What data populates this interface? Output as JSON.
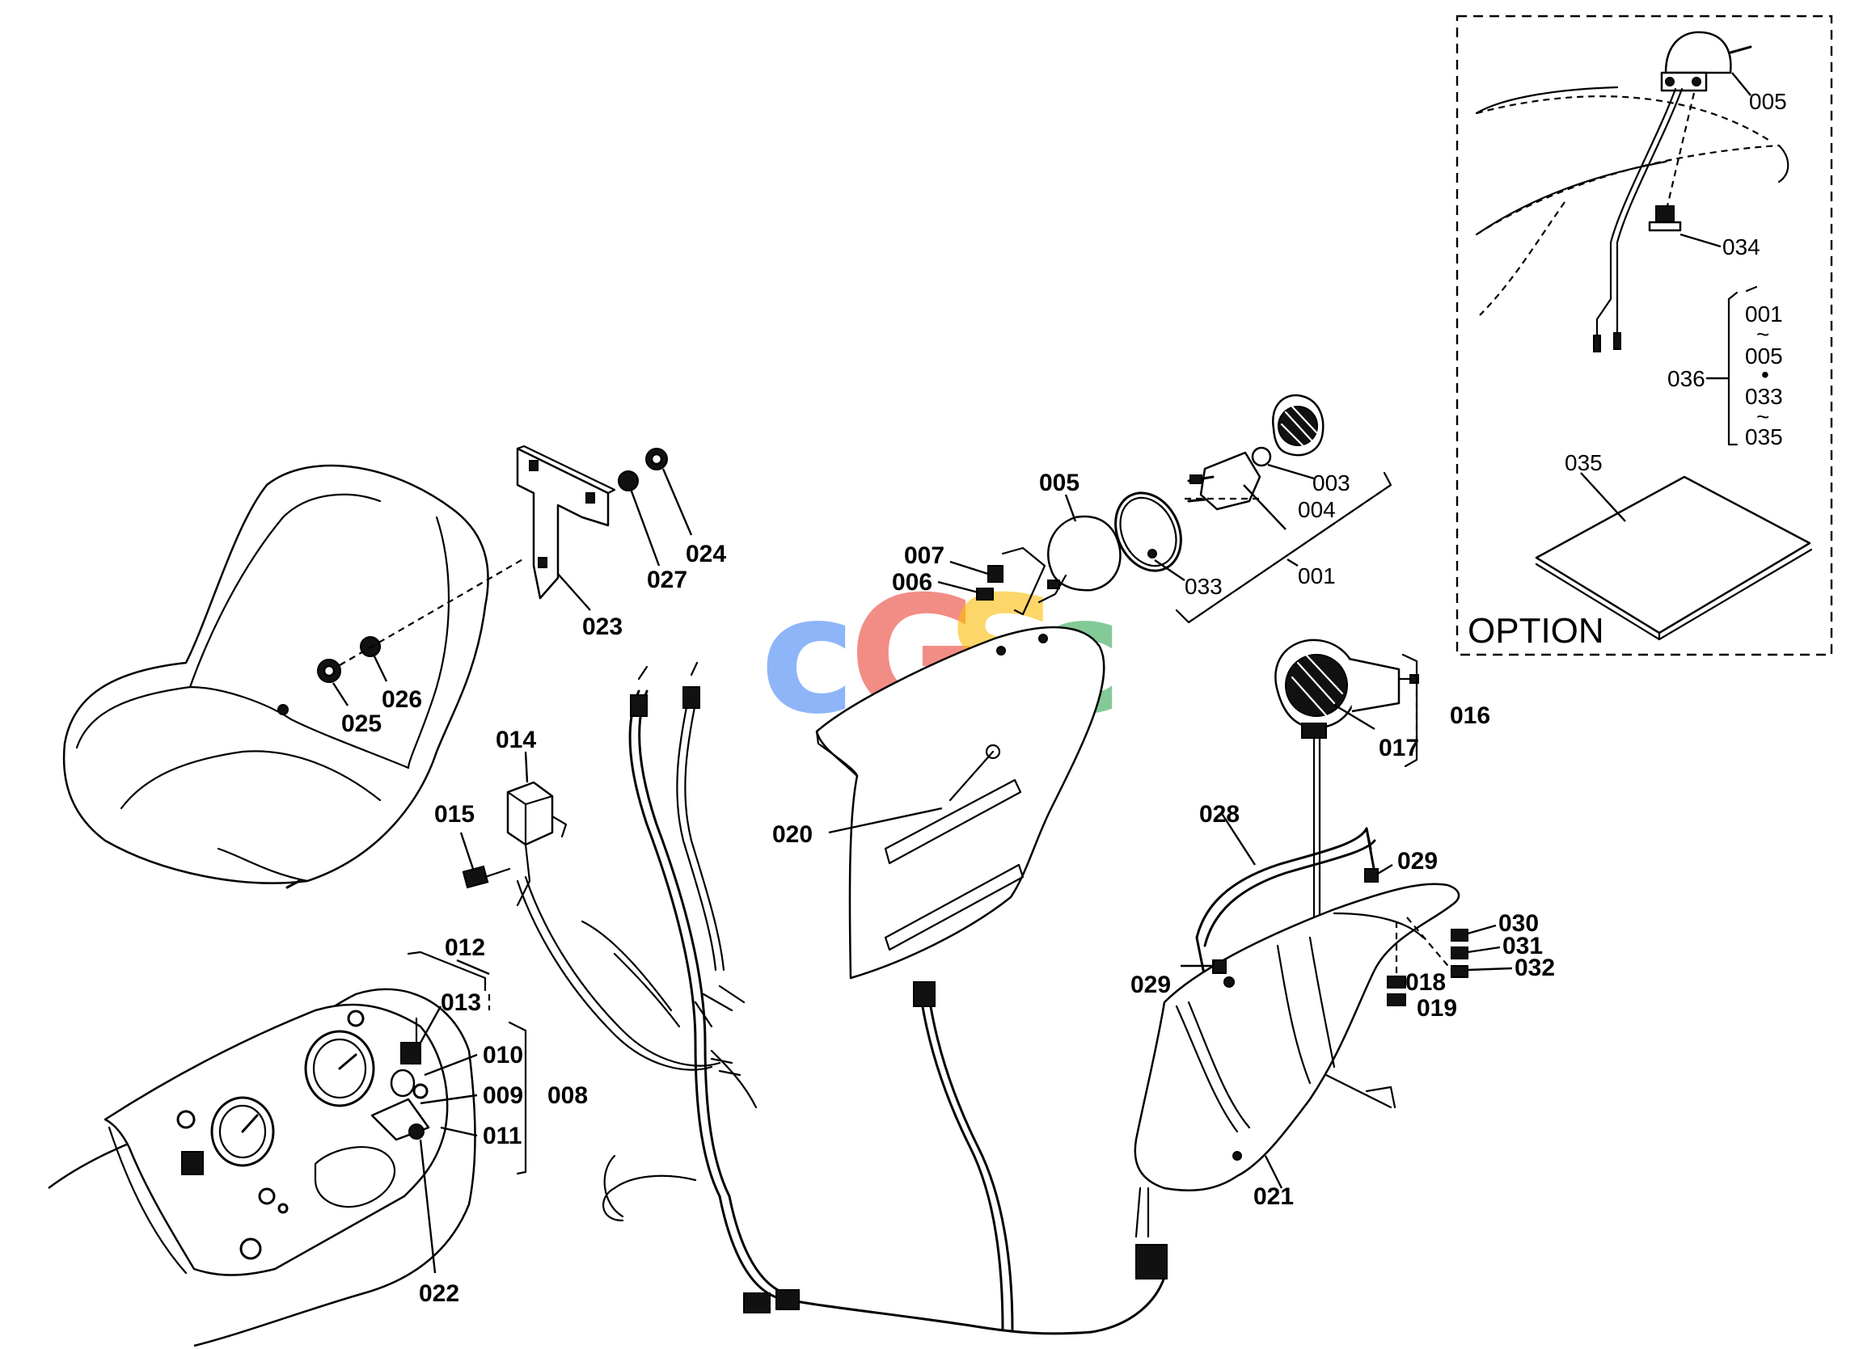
{
  "watermark": {
    "letters": [
      "c",
      "G",
      "S",
      "c"
    ],
    "colors": [
      "#4285F4",
      "#EA4335",
      "#FBBC05",
      "#34A853"
    ]
  },
  "option_box": {
    "title": "OPTION",
    "labels": {
      "p005": "005",
      "p034": "034",
      "p036": "036",
      "r001": "001",
      "t1": "~",
      "r005": "005",
      "dot": "•",
      "r033": "033",
      "t2": "~",
      "r035": "035",
      "p035": "035"
    }
  },
  "labels": {
    "l024": "024",
    "l027": "027",
    "l023": "023",
    "l026": "026",
    "l025": "025",
    "l005": "005",
    "l007": "007",
    "l006": "006",
    "l033": "033",
    "l004": "004",
    "l003": "003",
    "l001": "001",
    "l016": "016",
    "l017": "017",
    "l014": "014",
    "l015": "015",
    "l020": "020",
    "l028": "028",
    "l029a": "029",
    "l029b": "029",
    "l030": "030",
    "l031": "031",
    "l032": "032",
    "l018": "018",
    "l019": "019",
    "l012": "012",
    "l013": "013",
    "l010": "010",
    "l009": "009",
    "l008": "008",
    "l011": "011",
    "l021": "021",
    "l022": "022"
  }
}
